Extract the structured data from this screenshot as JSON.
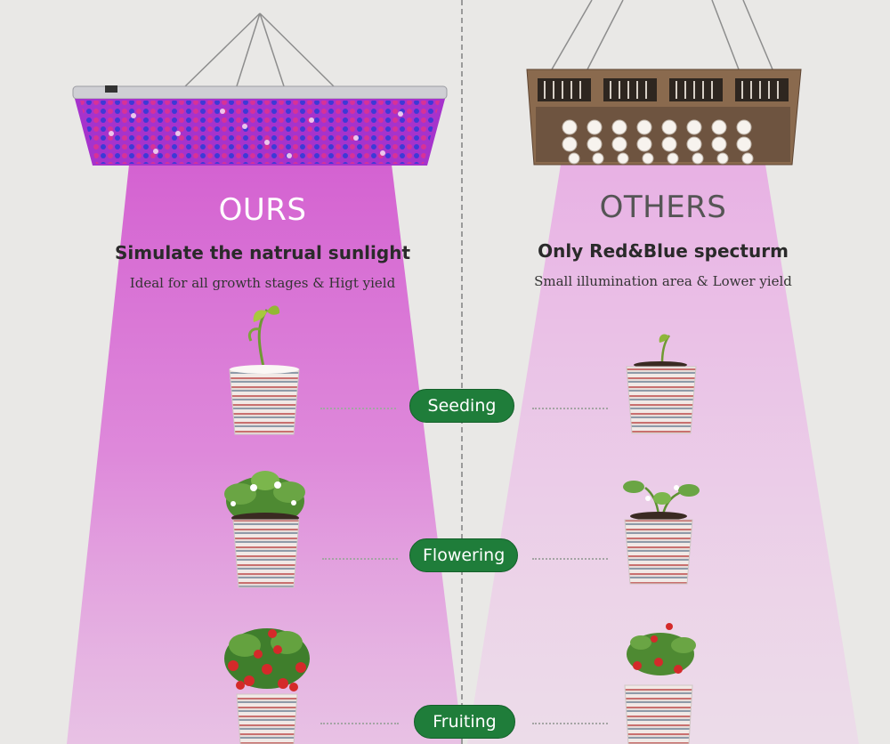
{
  "ours": {
    "title": "OURS",
    "subtitle": "Simulate the natrual sunlight",
    "description": "Ideal for all growth stages &  Higt yield"
  },
  "others": {
    "title": "OTHERS",
    "subtitle": "Only Red&Blue specturm",
    "description": "Small illumination area & Lower yield"
  },
  "stages": [
    "Seeding",
    "Flowering",
    "Fruiting"
  ],
  "colors": {
    "background": "#e9e8e6",
    "ours_beam": "#d86ad6",
    "others_beam": "#eab9e6",
    "stage_pill": "#1f7d3a",
    "ours_panel": "#a633cc",
    "others_panel": "#8a6a4e"
  },
  "icons": [
    "grow-light-panel-icon",
    "led-grow-light-icon",
    "seedling-pot-icon",
    "flowering-plant-pot-icon",
    "strawberry-plant-pot-icon"
  ]
}
